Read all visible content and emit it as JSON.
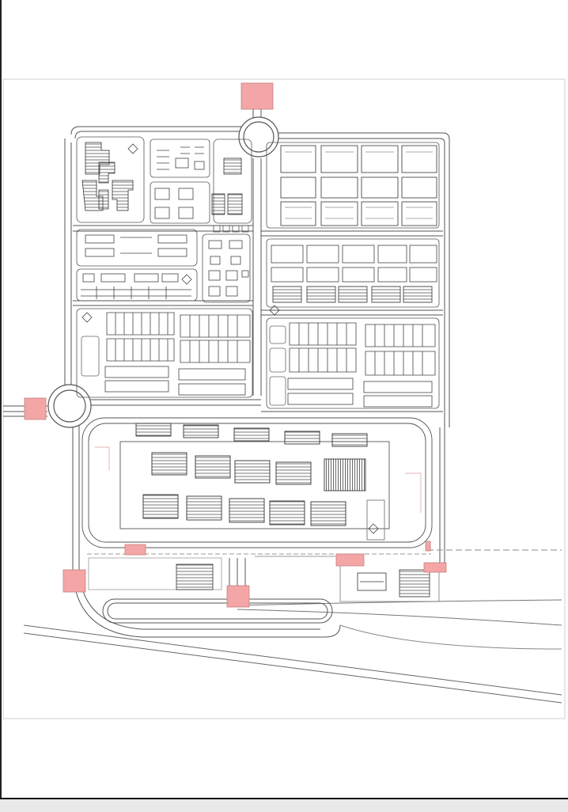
{
  "page": {
    "background": "#ffffff"
  },
  "plan": {
    "style": "CAD site master plan drawing",
    "line_color": "#4a4a4a",
    "entry_marker_color": "#f4a5a5",
    "entry_marker_border": "#c98080",
    "entry_markers_count": 8,
    "roundabouts_count": 2
  }
}
